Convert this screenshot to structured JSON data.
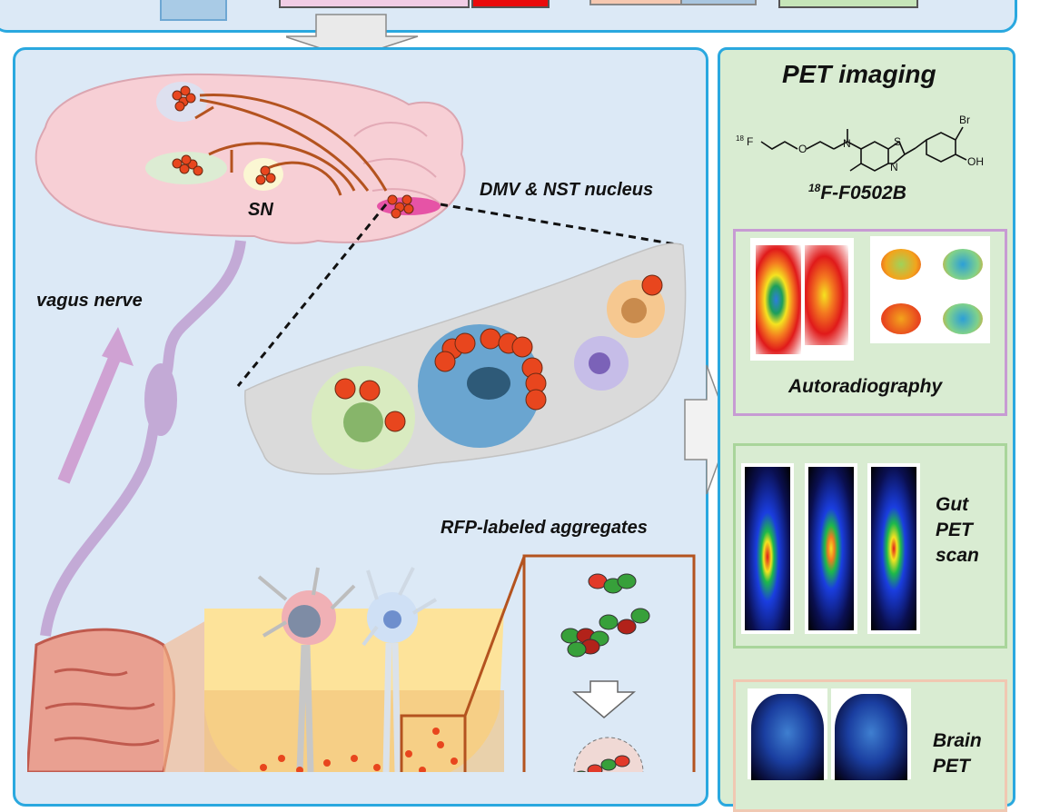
{
  "labels": {
    "pet_imaging": "PET imaging",
    "tracer_name_prefix": "18",
    "tracer_name_rest": "F-F0502B",
    "autoradiography": "Autoradiography",
    "gut_pet_scan_line1": "Gut",
    "gut_pet_scan_line2": "PET",
    "gut_pet_scan_line3": "scan",
    "brain_pet_line1": "Brain",
    "brain_pet_line2": "PET",
    "dmv_nst": "DMV & NST nucleus",
    "vagus_nerve": "vagus nerve",
    "sn": "SN",
    "rfp_aggregates": "RFP-labeled aggregates"
  },
  "structure_labels": {
    "f18": "18",
    "f": "F",
    "o": "O",
    "n": "N",
    "s": "S",
    "n2": "N",
    "br": "Br",
    "oh": "OH"
  },
  "colors": {
    "panel_border": "#2aa8df",
    "left_panel_bg": "#dce9f6",
    "right_panel_bg": "#d9ecd2",
    "aggregate": "#e8461e",
    "nerve_fiber": "#b4531f",
    "autoradiography_border": "#c79bd3",
    "gut_border": "#a9d59b",
    "brain_border": "#f0c8b2"
  }
}
